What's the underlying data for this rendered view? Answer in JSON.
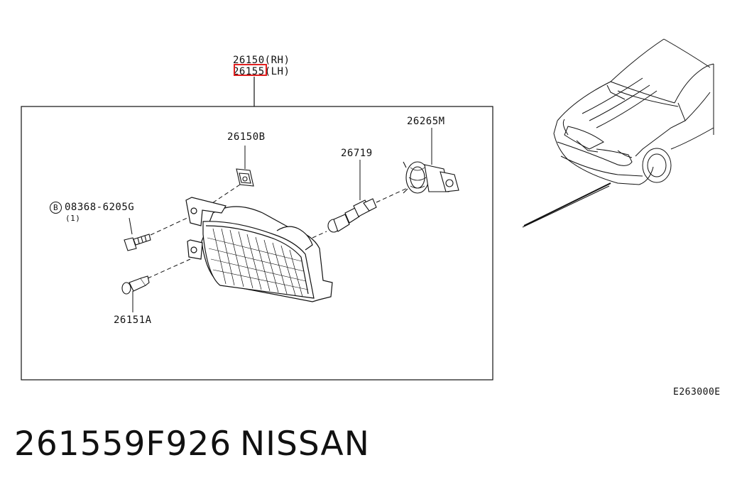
{
  "part_labels": {
    "main_rh": "26150",
    "main_rh_side": "(RH)",
    "main_lh": "26155",
    "main_lh_side": "(LH)",
    "clip": "26150B",
    "bulb": "26719",
    "socket": "26265M",
    "bolt_prefix": "B",
    "bolt": "08368-6205G",
    "bolt_qty": "(1)",
    "screw": "26151A"
  },
  "figure_ref": "E263000E",
  "footer": {
    "part_number": "261559F926",
    "brand": "NISSAN"
  },
  "colors": {
    "highlight": "#e02020",
    "line": "#111111"
  }
}
